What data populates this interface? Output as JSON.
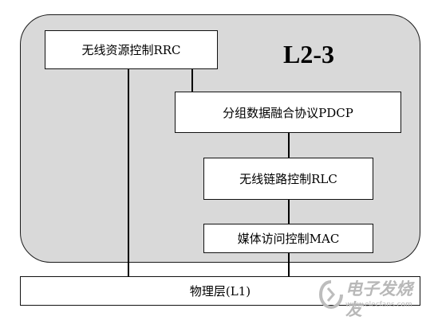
{
  "diagram": {
    "layer_label": "L2-3",
    "boxes": {
      "rrc": "无线资源控制RRC",
      "pdcp": "分组数据融合协议PDCP",
      "rlc": "无线链路控制RLC",
      "mac": "媒体访问控制MAC",
      "phy": "物理层(L1)"
    }
  },
  "watermark": {
    "brand": "电子发烧友",
    "url": "www.elecfans.com"
  }
}
